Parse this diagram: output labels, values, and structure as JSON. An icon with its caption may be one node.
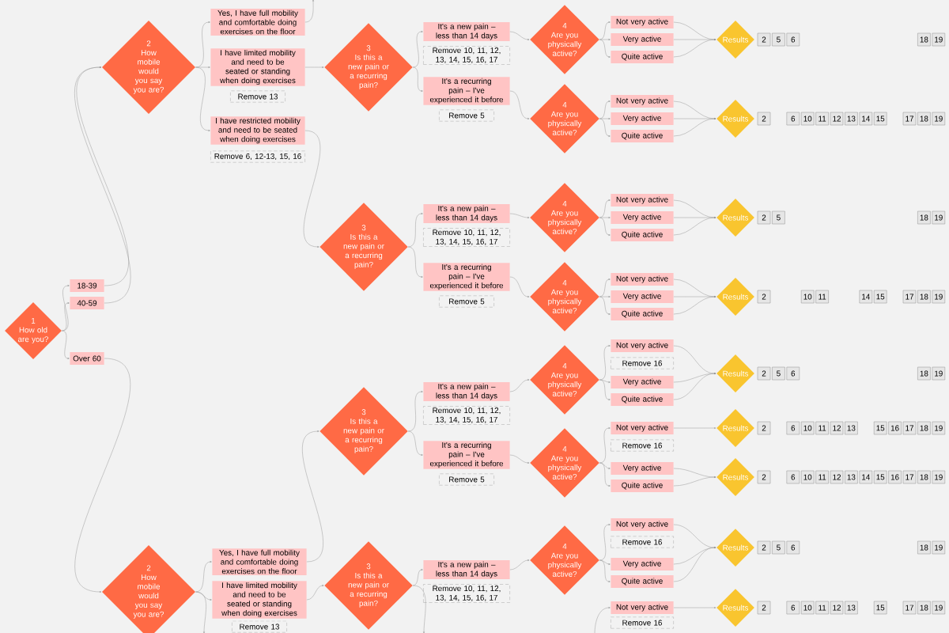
{
  "diagram": {
    "nodes": [
      {
        "text": [
          "1",
          "How old are you?"
        ]
      },
      {
        "text": [
          "18-39"
        ]
      },
      {
        "text": [
          "40-59"
        ]
      },
      {
        "text": [
          "Over 60"
        ]
      },
      {
        "text": [
          "2",
          "How mobile would you say you are?"
        ]
      },
      {
        "text": [
          "Yes, I have full mobility and comfortable doing exercises on the floor"
        ]
      },
      {
        "text": [
          "I have limited mobility and need to be seated or standing when doing exercises"
        ]
      },
      {
        "text": [
          "Remove 13"
        ]
      },
      {
        "text": [
          "I have restricted mobility and need to be seated when doing exercises"
        ]
      },
      {
        "text": [
          "Remove 6, 12-13, 15, 16"
        ]
      },
      {
        "text": [
          "3",
          "Is this a new pain or a recurring pain?"
        ]
      },
      {
        "text": [
          "It's a new pain – less than 14 days"
        ]
      },
      {
        "text": [
          "Remove 10, 11, 12, 13, 14, 15, 16, 17"
        ]
      },
      {
        "text": [
          "It's a recurring pain – I've experienced it before"
        ]
      },
      {
        "text": [
          "Remove 5"
        ]
      },
      {
        "text": [
          "4",
          "Are you physically active?"
        ]
      },
      {
        "text": [
          "Not very active"
        ]
      },
      {
        "text": [
          "Very active"
        ]
      },
      {
        "text": [
          "Quite active"
        ]
      },
      {
        "text": [
          "Results"
        ]
      },
      {
        "text": [
          "2"
        ]
      },
      {
        "text": [
          "5"
        ]
      },
      {
        "text": [
          "6"
        ]
      },
      {
        "text": [
          "18"
        ]
      },
      {
        "text": [
          "19"
        ]
      },
      {
        "text": [
          "4",
          "Are you physically active?"
        ]
      },
      {
        "text": [
          "Not very active"
        ]
      },
      {
        "text": [
          "Very active"
        ]
      },
      {
        "text": [
          "Quite active"
        ]
      },
      {
        "text": [
          "Results"
        ]
      },
      {
        "text": [
          "2"
        ]
      },
      {
        "text": [
          "6"
        ]
      },
      {
        "text": [
          "10"
        ]
      },
      {
        "text": [
          "11"
        ]
      },
      {
        "text": [
          "12"
        ]
      },
      {
        "text": [
          "13"
        ]
      },
      {
        "text": [
          "14"
        ]
      },
      {
        "text": [
          "15"
        ]
      },
      {
        "text": [
          "17"
        ]
      },
      {
        "text": [
          "18"
        ]
      },
      {
        "text": [
          "19"
        ]
      },
      {
        "text": [
          "3",
          "Is this a new pain or a recurring pain?"
        ]
      },
      {
        "text": [
          "It's a new pain – less than 14 days"
        ]
      },
      {
        "text": [
          "Remove 10, 11, 12, 13, 14, 15, 16, 17"
        ]
      },
      {
        "text": [
          "It's a recurring pain – I've experienced it before"
        ]
      },
      {
        "text": [
          "Remove 5"
        ]
      },
      {
        "text": [
          "4",
          "Are you physically active?"
        ]
      },
      {
        "text": [
          "Not very active"
        ]
      },
      {
        "text": [
          "Very active"
        ]
      },
      {
        "text": [
          "Quite active"
        ]
      },
      {
        "text": [
          "Results"
        ]
      },
      {
        "text": [
          "2"
        ]
      },
      {
        "text": [
          "5"
        ]
      },
      {
        "text": [
          "18"
        ]
      },
      {
        "text": [
          "19"
        ]
      },
      {
        "text": [
          "4",
          "Are you physically active?"
        ]
      },
      {
        "text": [
          "Not very active"
        ]
      },
      {
        "text": [
          "Very active"
        ]
      },
      {
        "text": [
          "Quite active"
        ]
      },
      {
        "text": [
          "Results"
        ]
      },
      {
        "text": [
          "2"
        ]
      },
      {
        "text": [
          "10"
        ]
      },
      {
        "text": [
          "11"
        ]
      },
      {
        "text": [
          "14"
        ]
      },
      {
        "text": [
          "15"
        ]
      },
      {
        "text": [
          "17"
        ]
      },
      {
        "text": [
          "18"
        ]
      },
      {
        "text": [
          "19"
        ]
      },
      {
        "text": [
          "2",
          "How mobile would you say you are?"
        ]
      },
      {
        "text": [
          "Yes, I have full mobility and comfortable doing exercises on the floor"
        ]
      },
      {
        "text": [
          "I have limited mobility and need to be seated or standing when doing exercises"
        ]
      },
      {
        "text": [
          "Remove 13"
        ]
      },
      {
        "text": [
          "3",
          "Is this a new pain or a recurring pain?"
        ]
      },
      {
        "text": [
          "It's a new pain – less than 14 days"
        ]
      },
      {
        "text": [
          "Remove 10, 11, 12, 13, 14, 15, 16, 17"
        ]
      },
      {
        "text": [
          "It's a recurring pain – I've experienced it before"
        ]
      },
      {
        "text": [
          "Remove 5"
        ]
      },
      {
        "text": [
          "4",
          "Are you physically active?"
        ]
      },
      {
        "text": [
          "Not very active"
        ]
      },
      {
        "text": [
          "Remove 16"
        ]
      },
      {
        "text": [
          "Very active"
        ]
      },
      {
        "text": [
          "Quite active"
        ]
      },
      {
        "text": [
          "Results"
        ]
      },
      {
        "text": [
          "2"
        ]
      },
      {
        "text": [
          "5"
        ]
      },
      {
        "text": [
          "6"
        ]
      },
      {
        "text": [
          "18"
        ]
      },
      {
        "text": [
          "19"
        ]
      },
      {
        "text": [
          "4",
          "Are you physically active?"
        ]
      },
      {
        "text": [
          "Not very active"
        ]
      },
      {
        "text": [
          "Remove 16"
        ]
      },
      {
        "text": [
          "Results"
        ]
      },
      {
        "text": [
          "2"
        ]
      },
      {
        "text": [
          "6"
        ]
      },
      {
        "text": [
          "10"
        ]
      },
      {
        "text": [
          "11"
        ]
      },
      {
        "text": [
          "12"
        ]
      },
      {
        "text": [
          "13"
        ]
      },
      {
        "text": [
          "15"
        ]
      },
      {
        "text": [
          "16"
        ]
      },
      {
        "text": [
          "17"
        ]
      },
      {
        "text": [
          "18"
        ]
      },
      {
        "text": [
          "19"
        ]
      },
      {
        "text": [
          "Very active"
        ]
      },
      {
        "text": [
          "Quite active"
        ]
      },
      {
        "text": [
          "Results"
        ]
      },
      {
        "text": [
          "2"
        ]
      },
      {
        "text": [
          "6"
        ]
      },
      {
        "text": [
          "10"
        ]
      },
      {
        "text": [
          "11"
        ]
      },
      {
        "text": [
          "12"
        ]
      },
      {
        "text": [
          "13"
        ]
      },
      {
        "text": [
          "14"
        ]
      },
      {
        "text": [
          "15"
        ]
      },
      {
        "text": [
          "16"
        ]
      },
      {
        "text": [
          "17"
        ]
      },
      {
        "text": [
          "18"
        ]
      },
      {
        "text": [
          "19"
        ]
      },
      {
        "text": [
          "3",
          "Is this a new pain or a recurring pain?"
        ]
      },
      {
        "text": [
          "It's a new pain – less than 14 days"
        ]
      },
      {
        "text": [
          "Remove 10, 11, 12, 13, 14, 15, 16, 17"
        ]
      },
      {
        "text": [
          "4",
          "Are you physically active?"
        ]
      },
      {
        "text": [
          "Not very active"
        ]
      },
      {
        "text": [
          "Remove 16"
        ]
      },
      {
        "text": [
          "Very active"
        ]
      },
      {
        "text": [
          "Quite active"
        ]
      },
      {
        "text": [
          "Results"
        ]
      },
      {
        "text": [
          "2"
        ]
      },
      {
        "text": [
          "5"
        ]
      },
      {
        "text": [
          "6"
        ]
      },
      {
        "text": [
          "18"
        ]
      },
      {
        "text": [
          "19"
        ]
      },
      {
        "text": [
          "Not very active"
        ]
      },
      {
        "text": [
          "Remove 16"
        ]
      },
      {
        "text": [
          "Results"
        ]
      },
      {
        "text": [
          "2"
        ]
      },
      {
        "text": [
          "6"
        ]
      },
      {
        "text": [
          "10"
        ]
      },
      {
        "text": [
          "11"
        ]
      },
      {
        "text": [
          "12"
        ]
      },
      {
        "text": [
          "13"
        ]
      },
      {
        "text": [
          "15"
        ]
      },
      {
        "text": [
          "17"
        ]
      },
      {
        "text": [
          "18"
        ]
      },
      {
        "text": [
          "19"
        ]
      }
    ],
    "edges": [
      {
        "from": 0,
        "to": 1,
        "arrow": "to"
      },
      {
        "from": 0,
        "to": 2,
        "arrow": "to"
      },
      {
        "from": 0,
        "to": 3,
        "arrow": "to"
      },
      {
        "from": 1,
        "to": 4,
        "arrow": "to"
      },
      {
        "from": 2,
        "to": 4,
        "arrow": "to"
      },
      {
        "from": 3,
        "to": 68,
        "arrow": "to"
      },
      {
        "from": 4,
        "to": 5,
        "arrow": "to"
      },
      {
        "from": 4,
        "to": 6,
        "arrow": "to"
      },
      {
        "from": 4,
        "to": 8,
        "arrow": "to"
      },
      {
        "from": 5,
        "to": null,
        "arrow": "to"
      },
      {
        "from": 6,
        "to": 10,
        "arrow": "to"
      },
      {
        "from": 8,
        "to": 41,
        "arrow": "to"
      },
      {
        "from": 10,
        "to": 11,
        "arrow": "to"
      },
      {
        "from": 10,
        "to": 13,
        "arrow": "to"
      },
      {
        "from": 11,
        "to": 15,
        "arrow": "to"
      },
      {
        "from": 13,
        "to": 25,
        "arrow": "to"
      },
      {
        "from": 15,
        "to": 16,
        "arrow": "to"
      },
      {
        "from": 15,
        "to": 17,
        "arrow": "to"
      },
      {
        "from": 15,
        "to": 18,
        "arrow": "to"
      },
      {
        "from": 16,
        "to": 19,
        "arrow": "to"
      },
      {
        "from": 17,
        "to": 19,
        "arrow": "to"
      },
      {
        "from": 18,
        "to": 19,
        "arrow": "to"
      },
      {
        "from": 25,
        "to": 26,
        "arrow": "to"
      },
      {
        "from": 25,
        "to": 27,
        "arrow": "to"
      },
      {
        "from": 25,
        "to": 28,
        "arrow": "to"
      },
      {
        "from": 26,
        "to": 29,
        "arrow": "to"
      },
      {
        "from": 27,
        "to": 29,
        "arrow": "to"
      },
      {
        "from": 28,
        "to": 29,
        "arrow": "to"
      },
      {
        "from": 41,
        "to": 42,
        "arrow": "to"
      },
      {
        "from": 41,
        "to": 44,
        "arrow": "to"
      },
      {
        "from": 42,
        "to": 46,
        "arrow": "to"
      },
      {
        "from": 44,
        "to": 55,
        "arrow": "to"
      },
      {
        "from": 46,
        "to": 47,
        "arrow": "to"
      },
      {
        "from": 46,
        "to": 48,
        "arrow": "to"
      },
      {
        "from": 46,
        "to": 49,
        "arrow": "to"
      },
      {
        "from": 47,
        "to": 50,
        "arrow": "to"
      },
      {
        "from": 48,
        "to": 50,
        "arrow": "to"
      },
      {
        "from": 49,
        "to": 50,
        "arrow": "to"
      },
      {
        "from": 55,
        "to": 56,
        "arrow": "to"
      },
      {
        "from": 55,
        "to": 57,
        "arrow": "to"
      },
      {
        "from": 55,
        "to": 58,
        "arrow": "to"
      },
      {
        "from": 56,
        "to": 59,
        "arrow": "to"
      },
      {
        "from": 57,
        "to": 59,
        "arrow": "to"
      },
      {
        "from": 58,
        "to": 59,
        "arrow": "to"
      },
      {
        "from": 68,
        "to": 69,
        "arrow": "to"
      },
      {
        "from": 68,
        "to": 70,
        "arrow": "to"
      },
      {
        "from": 68,
        "to": null,
        "arrow": "to"
      },
      {
        "from": 69,
        "to": 72,
        "arrow": "to"
      },
      {
        "from": 70,
        "to": 118,
        "arrow": "to"
      },
      {
        "from": 72,
        "to": 73,
        "arrow": "to"
      },
      {
        "from": 72,
        "to": 75,
        "arrow": "to"
      },
      {
        "from": 73,
        "to": 77,
        "arrow": "to"
      },
      {
        "from": 75,
        "to": 88,
        "arrow": "to"
      },
      {
        "from": 77,
        "to": 78,
        "arrow": "to"
      },
      {
        "from": 77,
        "to": 80,
        "arrow": "to"
      },
      {
        "from": 77,
        "to": 81,
        "arrow": "to"
      },
      {
        "from": 78,
        "to": 82,
        "arrow": "to"
      },
      {
        "from": 80,
        "to": 82,
        "arrow": "to"
      },
      {
        "from": 81,
        "to": 82,
        "arrow": "to"
      },
      {
        "from": 88,
        "to": 89,
        "arrow": "to"
      },
      {
        "from": 88,
        "to": 103,
        "arrow": "to"
      },
      {
        "from": 88,
        "to": 104,
        "arrow": "to"
      },
      {
        "from": 89,
        "to": 91,
        "arrow": "to"
      },
      {
        "from": 103,
        "to": 105,
        "arrow": "to"
      },
      {
        "from": 104,
        "to": 105,
        "arrow": "to"
      },
      {
        "from": 118,
        "to": 119,
        "arrow": "to"
      },
      {
        "from": 118,
        "to": null,
        "arrow": "to"
      },
      {
        "from": 119,
        "to": 121,
        "arrow": "to"
      },
      {
        "from": 121,
        "to": 122,
        "arrow": "to"
      },
      {
        "from": 121,
        "to": 124,
        "arrow": "to"
      },
      {
        "from": 121,
        "to": 125,
        "arrow": "to"
      },
      {
        "from": 122,
        "to": 126,
        "arrow": "to"
      },
      {
        "from": 124,
        "to": 126,
        "arrow": "to"
      },
      {
        "from": 125,
        "to": 126,
        "arrow": "to"
      },
      {
        "from": null,
        "to": 132,
        "arrow": "to"
      },
      {
        "from": 132,
        "to": 134,
        "arrow": "to"
      }
    ]
  }
}
